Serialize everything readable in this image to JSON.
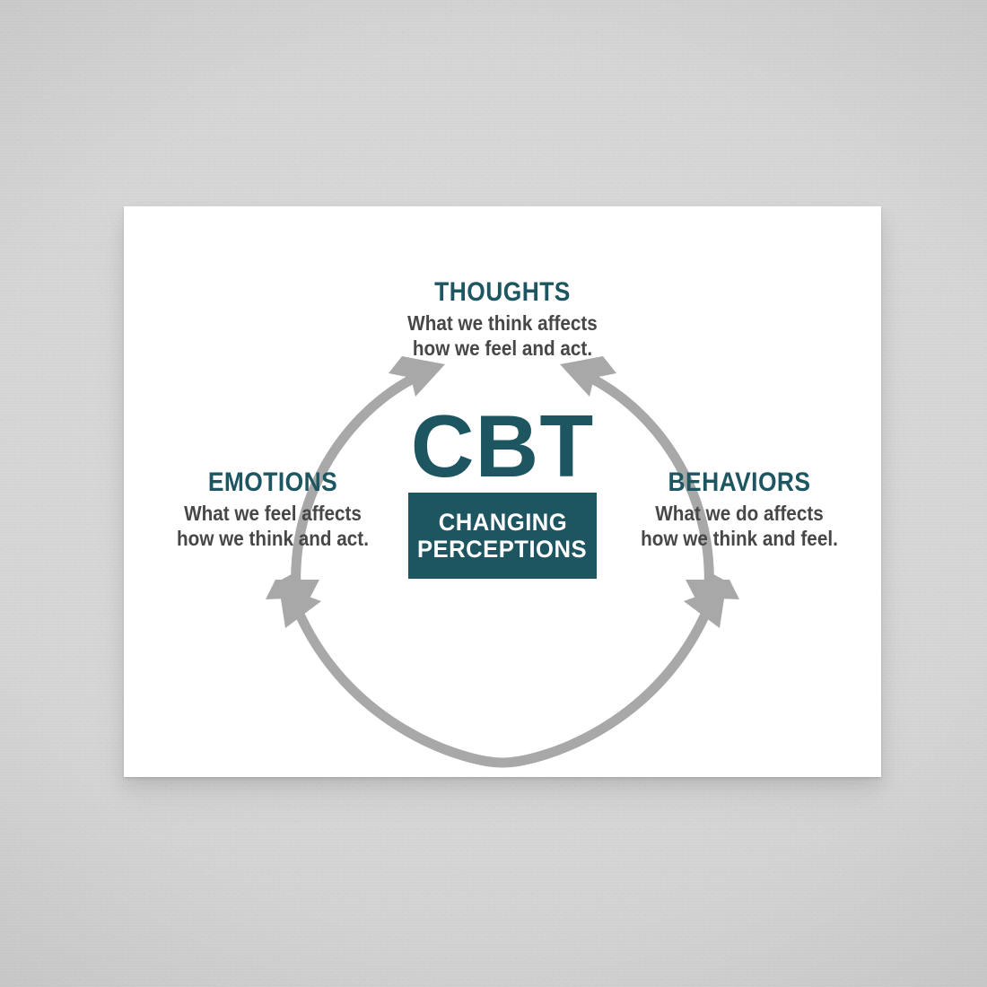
{
  "poster": {
    "background_color": "#ffffff",
    "wall_color": "#d8d8d8",
    "accent_color": "#1d5561",
    "body_text_color": "#474747",
    "arrow_color": "#a8a8a8"
  },
  "logo": {
    "word": "CBT",
    "tagline_line1": "CHANGING",
    "tagline_line2": "PERCEPTIONS"
  },
  "nodes": {
    "thoughts": {
      "title": "THOUGHTS",
      "desc_line1": "What we think affects",
      "desc_line2": "how we feel and act."
    },
    "emotions": {
      "title": "EMOTIONS",
      "desc_line1": "What we feel affects",
      "desc_line2": "how we think and act."
    },
    "behaviors": {
      "title": "BEHAVIORS",
      "desc_line1": "What we do affects",
      "desc_line2": "how we think and feel."
    }
  },
  "arrows": [
    {
      "name": "arrow-emotions-thoughts",
      "from": "EMOTIONS",
      "to": "THOUGHTS",
      "bidirectional": true
    },
    {
      "name": "arrow-thoughts-behaviors",
      "from": "THOUGHTS",
      "to": "BEHAVIORS",
      "bidirectional": true
    },
    {
      "name": "arrow-emotions-behaviors",
      "from": "EMOTIONS",
      "to": "BEHAVIORS",
      "bidirectional": true
    }
  ]
}
